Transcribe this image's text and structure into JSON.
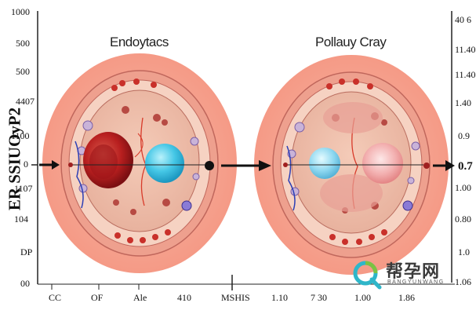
{
  "titles": {
    "left": "Endoytacs",
    "right": "Pollauy Cray"
  },
  "left_axis": {
    "ticks": [
      "1000",
      "500",
      "500",
      "4407",
      "1100",
      "0",
      "1107",
      "104",
      "DP",
      "00"
    ],
    "label": "ER SSIUOyP2"
  },
  "right_axis": {
    "ticks": [
      "40 6",
      "11.40",
      "11.40",
      "1.40",
      "0.9",
      "0.7",
      "1.00",
      "0.80",
      "1.0",
      "1.06"
    ]
  },
  "bottom_axis": {
    "ticks": [
      "CC",
      "OF",
      "Ale",
      "410",
      "MSHIS",
      "1.10",
      "7 30",
      "1.00",
      "1.86"
    ]
  },
  "watermark": {
    "chinese": "帮孕网",
    "latin": "BANGYUNWANG"
  },
  "colors": {
    "outer": "#f3a391",
    "membrane": "#e98d7c",
    "cytoplasm": "#efc1ac",
    "nucleus_dark": "#b51f1f",
    "nucleus_cyan": "#4ec9e6",
    "pink_nucleus": "#f2a7a7",
    "arrow": "#111111"
  }
}
